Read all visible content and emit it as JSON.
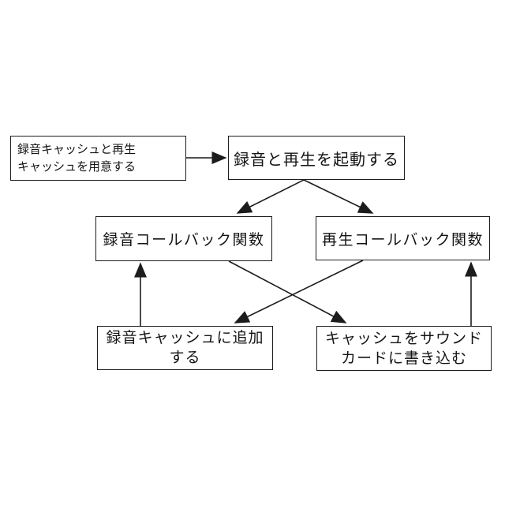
{
  "diagram": {
    "title": "audio-record-playback-flowchart",
    "colors": {
      "background": "#ffffff",
      "line": "#1c1c1c",
      "text": "#141414"
    },
    "nodes": {
      "prepare_caches": {
        "label": "録音キャッシュと再生\nキャッシュを用意する"
      },
      "start_record_play": {
        "label": "録音と再生を起動する"
      },
      "record_callback": {
        "label": "録音コールバック関数"
      },
      "play_callback": {
        "label": "再生コールバック関数"
      },
      "append_record_cache": {
        "label": "録音キャッシュに追加\nする"
      },
      "write_cache_soundcard": {
        "label": "キャッシュをサウンド\nカードに書き込む"
      }
    },
    "edges": [
      {
        "from": "prepare_caches",
        "to": "start_record_play",
        "direction": "right"
      },
      {
        "from": "start_record_play",
        "to": "record_callback",
        "direction": "down-left"
      },
      {
        "from": "start_record_play",
        "to": "play_callback",
        "direction": "down-right"
      },
      {
        "from": "record_callback",
        "to": "write_cache_soundcard",
        "direction": "down-right-cross"
      },
      {
        "from": "play_callback",
        "to": "append_record_cache",
        "direction": "down-left-cross"
      },
      {
        "from": "append_record_cache",
        "to": "record_callback",
        "direction": "up"
      },
      {
        "from": "write_cache_soundcard",
        "to": "play_callback",
        "direction": "up"
      }
    ]
  }
}
